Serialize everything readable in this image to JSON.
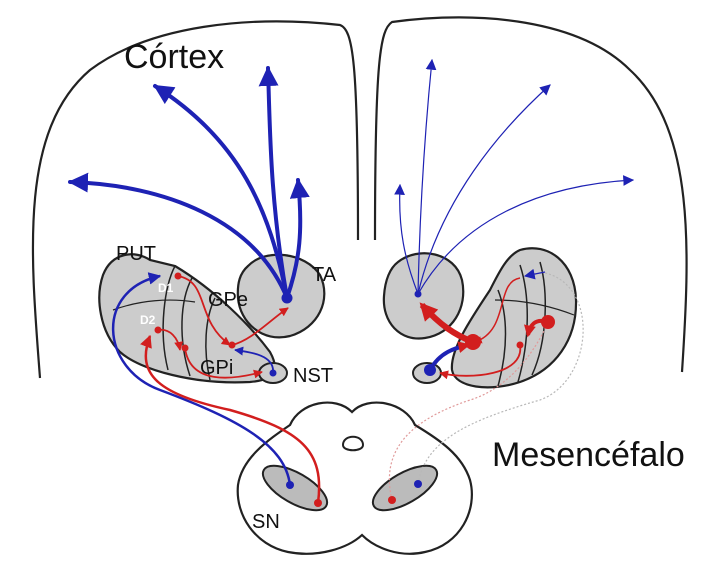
{
  "labels": {
    "cortex": "Córtex",
    "mesencephalon": "Mesencéfalo",
    "put": "PUT",
    "gpe": "GPe",
    "gpi": "GPi",
    "ta": "TA",
    "nst": "NST",
    "sn": "SN",
    "d1": "D1",
    "d2": "D2"
  },
  "colors": {
    "dopaminergic_path": "#1e22b4",
    "striatal_path": "#d21e1e",
    "faded_path": "#b8b8b8",
    "nucleus_fill": "#cccccc",
    "outline": "#222222"
  }
}
